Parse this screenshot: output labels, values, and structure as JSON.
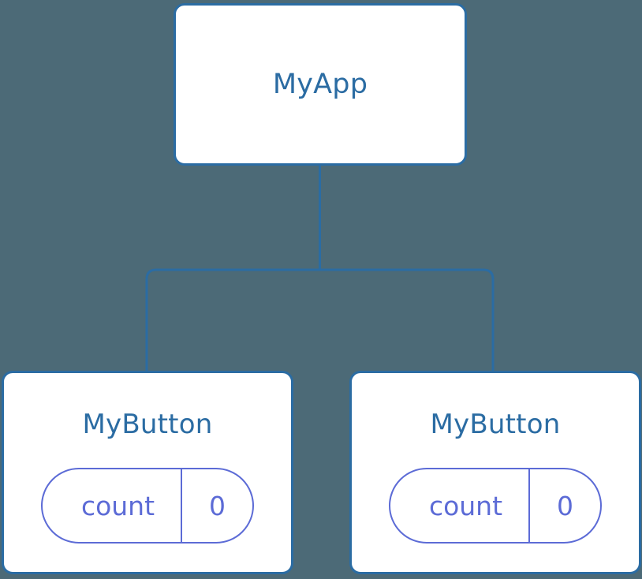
{
  "diagram": {
    "type": "component-tree",
    "background_color": "#4c6a77",
    "node_border_color": "#2b6ca3",
    "node_fill_color": "#ffffff",
    "node_label_color": "#2b6ca3",
    "edge_color": "#2b6ca3",
    "state_pill_color": "#5c6bd6",
    "root": {
      "id": "root",
      "label": "MyApp"
    },
    "children": [
      {
        "id": "child-0",
        "label": "MyButton",
        "state": {
          "key": "count",
          "value": "0"
        }
      },
      {
        "id": "child-1",
        "label": "MyButton",
        "state": {
          "key": "count",
          "value": "0"
        }
      }
    ]
  }
}
